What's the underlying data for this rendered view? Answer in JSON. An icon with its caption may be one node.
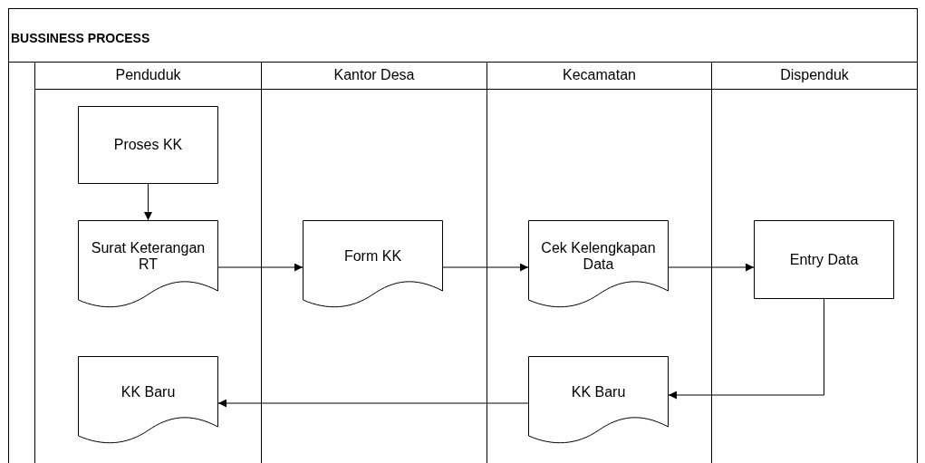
{
  "diagram": {
    "nodes": [
      {
        "text": [
          "BUSSINESS PROCESS"
        ]
      },
      {
        "text": [
          "Penduduk"
        ],
        "in": 0
      },
      {
        "text": [
          "Kantor Desa"
        ],
        "in": 0
      },
      {
        "text": [
          "Kecamatan"
        ],
        "in": 0
      },
      {
        "text": [
          "Dispenduk"
        ],
        "in": 0
      },
      {
        "text": [
          "Proses KK"
        ],
        "in": 1
      },
      {
        "text": [
          "Surat Keterangan RT"
        ],
        "in": 1
      },
      {
        "text": [
          "KK Baru"
        ],
        "in": 1
      },
      {
        "text": [
          "Form KK"
        ],
        "in": 2
      },
      {
        "text": [
          "Cek Kelengkapan Data"
        ],
        "in": 3
      },
      {
        "text": [
          "KK Baru"
        ],
        "in": 3
      },
      {
        "text": [
          "Entry Data"
        ],
        "in": 4
      }
    ],
    "edges": [
      {
        "from": 5,
        "to": 6,
        "arrow": "to"
      },
      {
        "from": 6,
        "to": 8,
        "arrow": "to"
      },
      {
        "from": 8,
        "to": 9,
        "arrow": "to"
      },
      {
        "from": 9,
        "to": 11,
        "arrow": "to"
      },
      {
        "from": 11,
        "to": 10,
        "arrow": "to"
      },
      {
        "from": 10,
        "to": 7,
        "arrow": "to"
      }
    ]
  }
}
